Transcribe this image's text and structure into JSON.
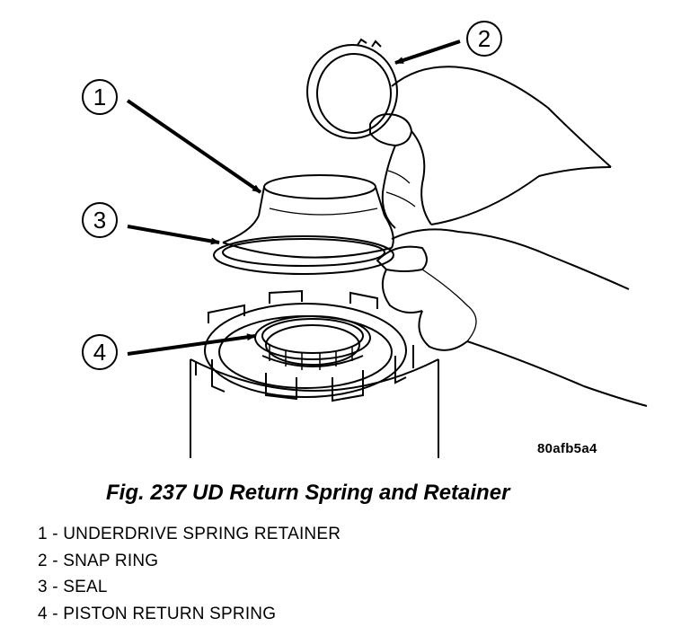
{
  "figure": {
    "id_code": "80afb5a4",
    "caption": "Fig. 237 UD Return Spring and Retainer"
  },
  "callouts": [
    {
      "number": "1",
      "part": "underdrive-spring-retainer"
    },
    {
      "number": "2",
      "part": "snap-ring"
    },
    {
      "number": "3",
      "part": "seal"
    },
    {
      "number": "4",
      "part": "piston-return-spring"
    }
  ],
  "legend": [
    "1 - UNDERDRIVE SPRING RETAINER",
    "2 - SNAP RING",
    "3 - SEAL",
    "4 - PISTON RETURN SPRING"
  ],
  "colors": {
    "ink": "#000000",
    "paper": "#ffffff"
  }
}
